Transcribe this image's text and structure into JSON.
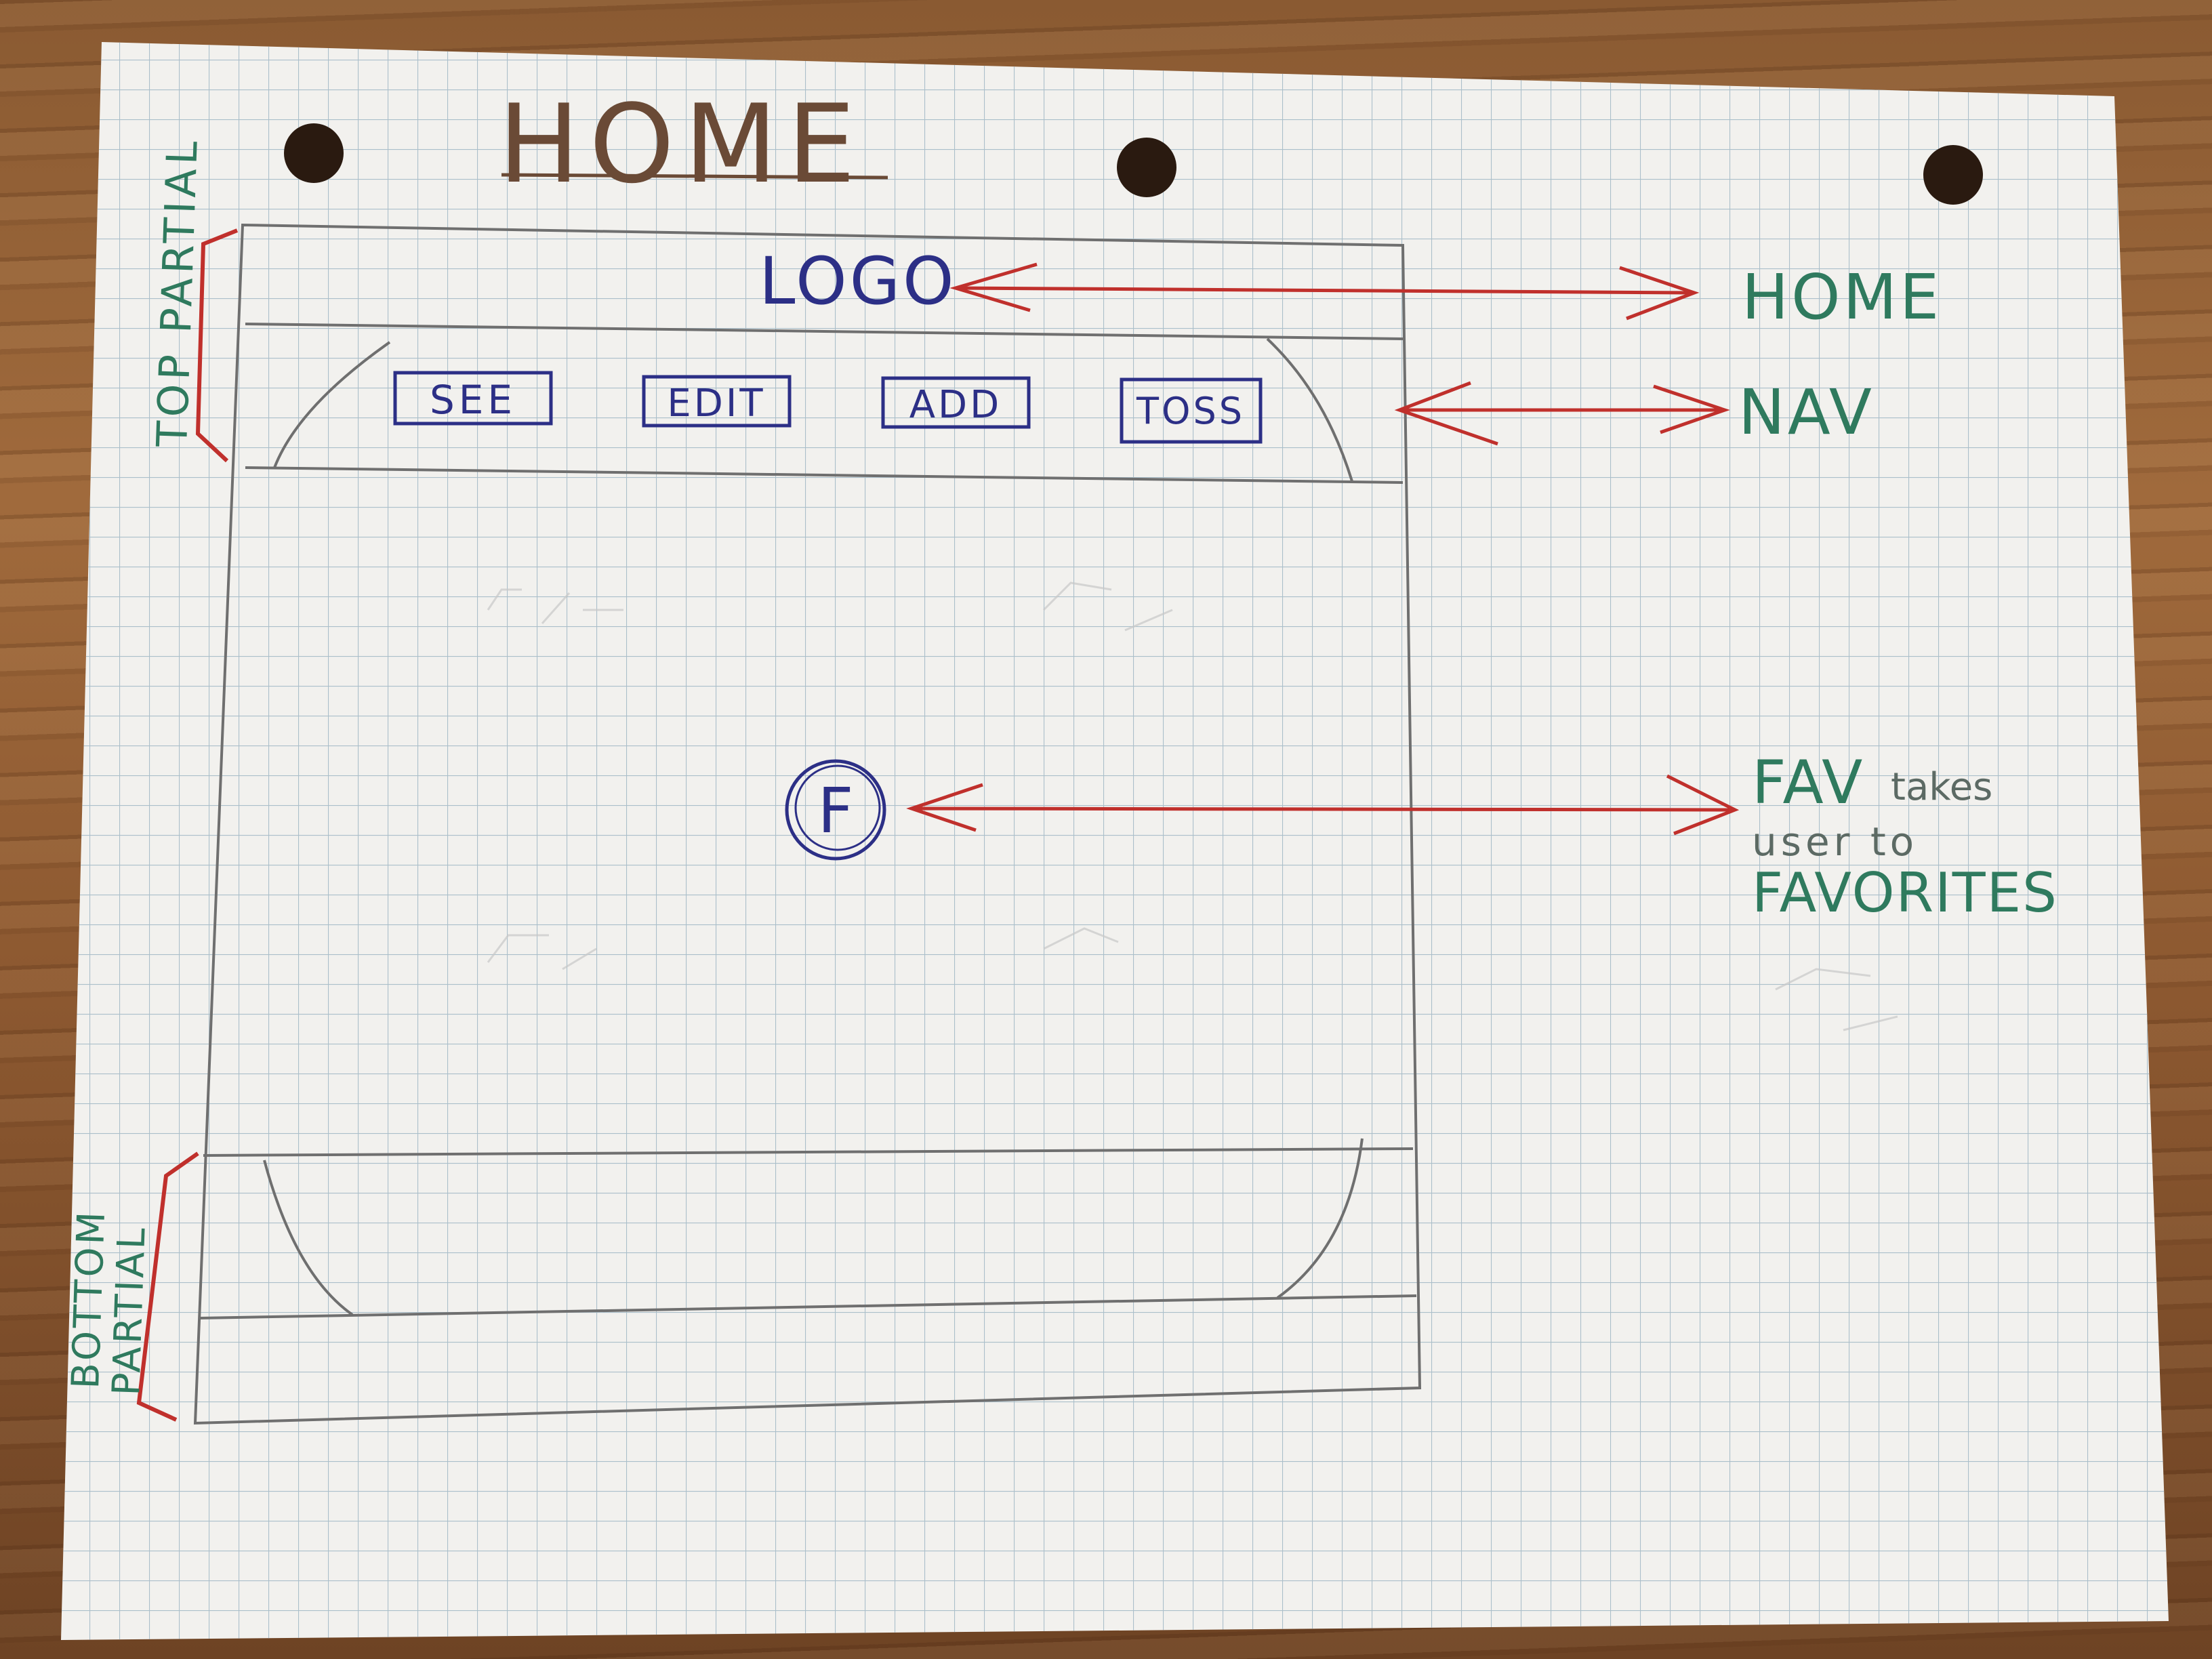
{
  "sketch": {
    "page_title": "HOME",
    "top_partial_label": "TOP PARTIAL",
    "bottom_partial_label_line1": "BOTTOM",
    "bottom_partial_label_line2": "PARTIAL",
    "logo": "LOGO",
    "nav_buttons": [
      "SEE",
      "EDIT",
      "ADD",
      "TOSS"
    ],
    "fav_icon_letter": "F",
    "annotations": {
      "logo_target": "HOME",
      "nav_target": "NAV",
      "fav_line1": "FAV",
      "fav_line1_small": "takes",
      "fav_line2": "user to",
      "fav_line3": "FAVORITES"
    },
    "colors": {
      "pencil": "#6f6f6f",
      "blue_ink": "#2c2f86",
      "green_ink": "#2f7a5e",
      "red_ink": "#c0302c",
      "brown_ink": "#6a4a36"
    }
  }
}
